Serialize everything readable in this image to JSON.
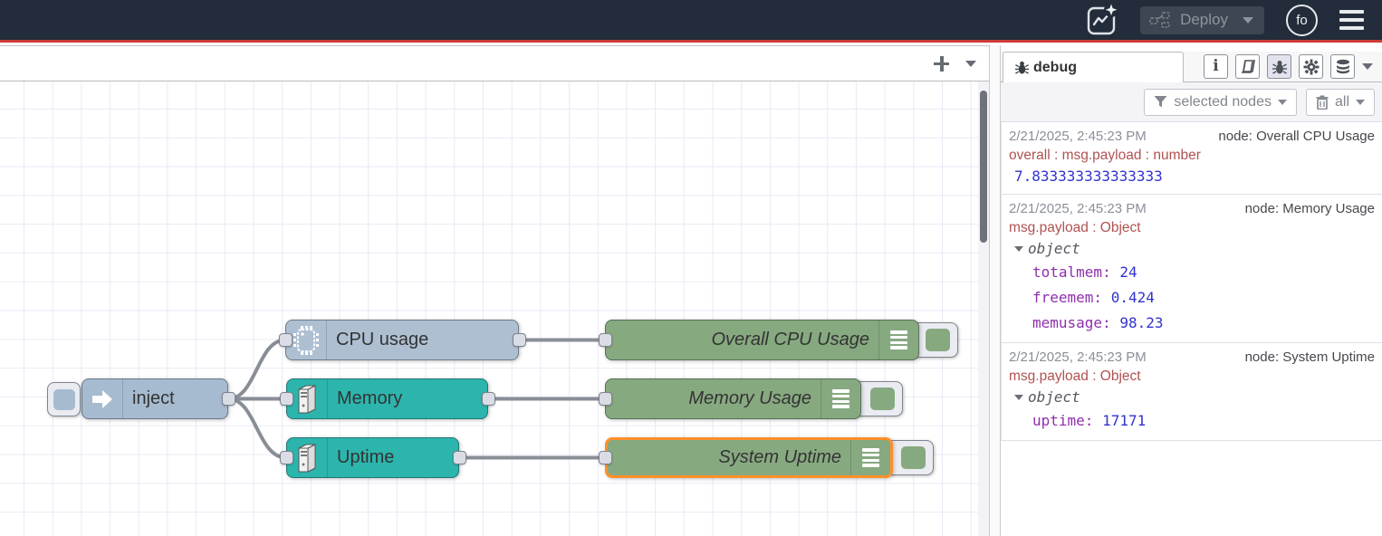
{
  "header": {
    "deploy_label": "Deploy",
    "avatar_initials": "fo"
  },
  "flow": {
    "nodes": {
      "inject": {
        "label": "inject",
        "color": "#a6bbcf"
      },
      "cpu": {
        "label": "CPU usage",
        "color": "#aebfd2"
      },
      "memory": {
        "label": "Memory",
        "color": "#2cb5ad"
      },
      "uptime": {
        "label": "Uptime",
        "color": "#2cb5ad"
      },
      "debug_cpu": {
        "label": "Overall CPU Usage",
        "color": "#87a980"
      },
      "debug_memory": {
        "label": "Memory Usage",
        "color": "#87a980"
      },
      "debug_uptime": {
        "label": "System Uptime",
        "color": "#87a980",
        "selected": true
      }
    },
    "colors": {
      "selection": "#ff8f2a",
      "wire": "#898e96",
      "header_bg": "#222c3a",
      "header_accent": "#cf3b38"
    }
  },
  "sidebar": {
    "tab_label": "debug",
    "filter_button_label": "selected nodes",
    "clear_button_label": "all",
    "messages": [
      {
        "timestamp": "2/21/2025, 2:45:23 PM",
        "node": "node: Overall CPU Usage",
        "property": "overall : msg.payload : number",
        "value": "7.833333333333333"
      },
      {
        "timestamp": "2/21/2025, 2:45:23 PM",
        "node": "node: Memory Usage",
        "property": "msg.payload : Object",
        "object_label": "object",
        "fields": [
          {
            "key": "totalmem:",
            "value": "24"
          },
          {
            "key": "freemem:",
            "value": "0.424"
          },
          {
            "key": "memusage:",
            "value": "98.23"
          }
        ]
      },
      {
        "timestamp": "2/21/2025, 2:45:23 PM",
        "node": "node: System Uptime",
        "property": "msg.payload : Object",
        "object_label": "object",
        "fields": [
          {
            "key": "uptime:",
            "value": "17171"
          }
        ]
      }
    ]
  }
}
